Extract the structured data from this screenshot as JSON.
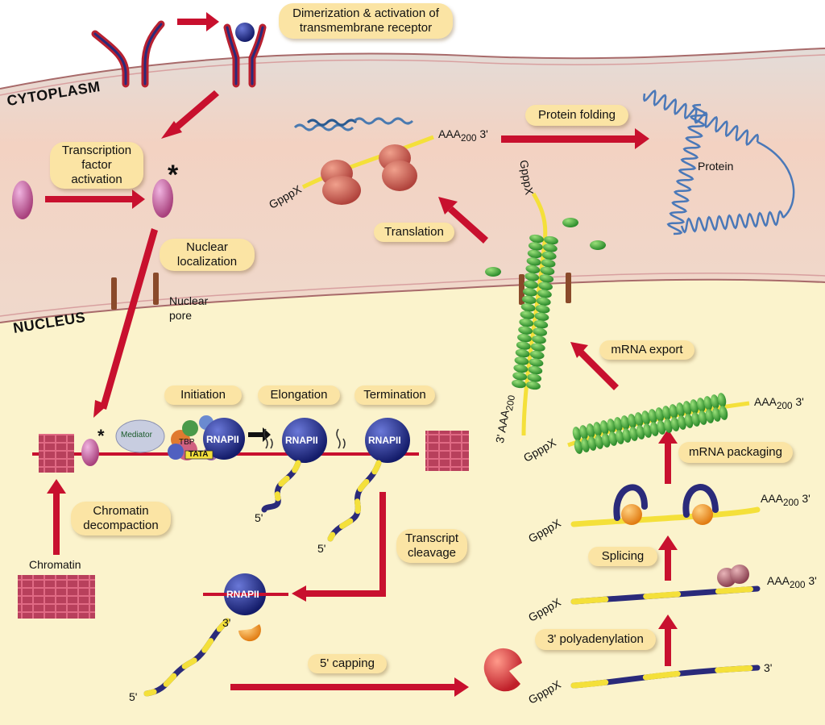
{
  "regions": {
    "cytoplasm": "CYTOPLASM",
    "nucleus": "NUCLEUS"
  },
  "steps": {
    "dimerization": "Dimerization & activation of transmembrane receptor",
    "tf_activation": "Transcription factor activation",
    "nuclear_localization": "Nuclear localization",
    "chromatin_decompaction": "Chromatin decompaction",
    "initiation": "Initiation",
    "elongation": "Elongation",
    "termination": "Termination",
    "transcript_cleavage": "Transcript cleavage",
    "capping": "5' capping",
    "polyadenylation": "3' polyadenylation",
    "splicing": "Splicing",
    "mrna_packaging": "mRNA packaging",
    "mrna_export": "mRNA export",
    "translation": "Translation",
    "protein_folding": "Protein folding"
  },
  "labels": {
    "nuclear_pore": "Nuclear pore",
    "chromatin": "Chromatin",
    "protein": "Protein",
    "mediator": "Mediator",
    "tbp": "TBP",
    "tata": "TATA",
    "rnapii": "RNAPII",
    "five_prime": "5'",
    "three_prime": "3'",
    "cap": "GpppX",
    "polya": "AAA",
    "polya_len": "200",
    "asterisk": "*"
  },
  "colors": {
    "arrow": "#c8102e",
    "pill": "#fbe4a4",
    "cytoplasm": "#f3d5c4",
    "nucleus": "#fbf3cc",
    "rnapii": "#1d2a8c",
    "mrna_yellow": "#f4e03a",
    "mrna_navy": "#2a2a7a",
    "ribosome": "#c8504a",
    "packaging_protein": "#3a9a3a"
  }
}
